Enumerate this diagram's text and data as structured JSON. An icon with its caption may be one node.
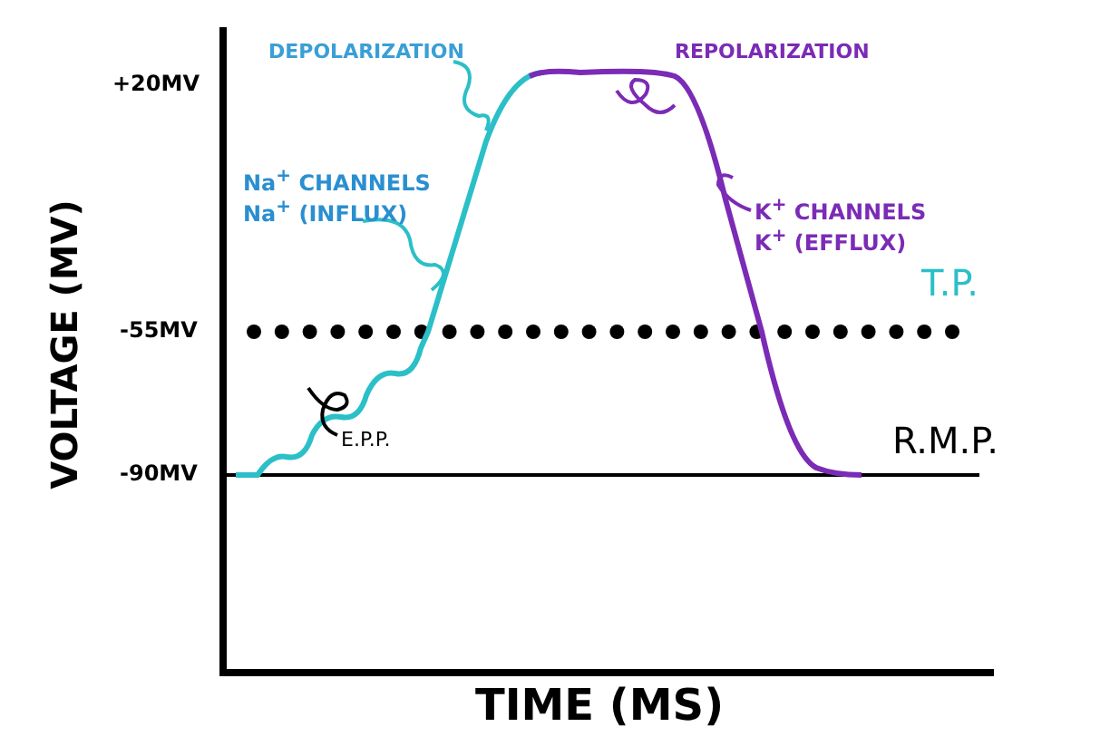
{
  "diagram": {
    "nodes": [
      {
        "text": [
          "DEPOLARIZATION"
        ]
      },
      {
        "text": [
          "Na$^{+}$ CHANNELS",
          "Na$^{+}$ (INFLUX)"
        ]
      },
      {
        "text": [
          "E.P.P."
        ]
      },
      {
        "text": [
          "REPOLARIZATION"
        ]
      },
      {
        "text": [
          "K$^{+}$ CHANNELS",
          "K$^{+}$ (EFFLUX)"
        ]
      }
    ],
    "edges": [
      {
        "from": 0,
        "to": null,
        "arrow": "none"
      },
      {
        "from": 1,
        "to": null,
        "arrow": "none"
      },
      {
        "from": 2,
        "to": null,
        "arrow": "none",
        "color": "#000000"
      },
      {
        "from": 3,
        "to": null,
        "arrow": "none",
        "color": "#7b2bb5"
      },
      {
        "from": 4,
        "to": null,
        "arrow": "none",
        "color": "#7b2bb5"
      }
    ],
    "labels": [
      "+20MV",
      "VOLTAGE (MV)",
      "T.P.",
      "-55MV",
      "R.M.P.",
      "-90MV",
      "TIME (MS)"
    ]
  }
}
